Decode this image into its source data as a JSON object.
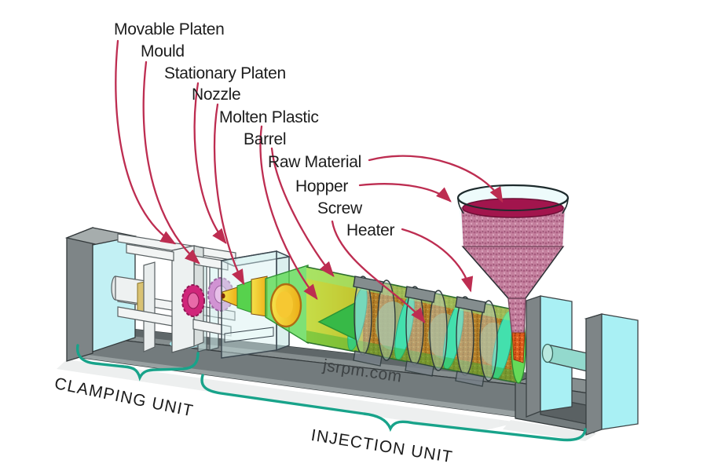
{
  "part_labels": [
    {
      "id": "movable-platen",
      "text": "Movable Platen"
    },
    {
      "id": "mould",
      "text": "Mould"
    },
    {
      "id": "stationary-platen",
      "text": "Stationary Platen"
    },
    {
      "id": "nozzle",
      "text": "Nozzle"
    },
    {
      "id": "molten-plastic",
      "text": "Molten Plastic"
    },
    {
      "id": "barrel",
      "text": "Barrel"
    },
    {
      "id": "raw-material",
      "text": "Raw Material"
    },
    {
      "id": "hopper",
      "text": "Hopper"
    },
    {
      "id": "screw",
      "text": "Screw"
    },
    {
      "id": "heater",
      "text": "Heater"
    }
  ],
  "section_labels": {
    "clamping": "CLAMPING UNIT",
    "injection": "INJECTION UNIT"
  },
  "watermark": "jsrpm.com",
  "colors": {
    "leader_arrow": "#bd2d51",
    "section_brace": "#18a38a",
    "barrel_green": "#55d44e",
    "molten_plastic_orange": "#f2b321",
    "screw_cyan": "#40e2d2",
    "raw_material_orange": "#dd5c1c",
    "hopper_material_pink": "#c4809e",
    "hopper_material_dark": "#a2154d",
    "machine_grey": "#868e8f",
    "panel_cyan": "#a9f0f4",
    "label_text": "#1d1d1d"
  }
}
